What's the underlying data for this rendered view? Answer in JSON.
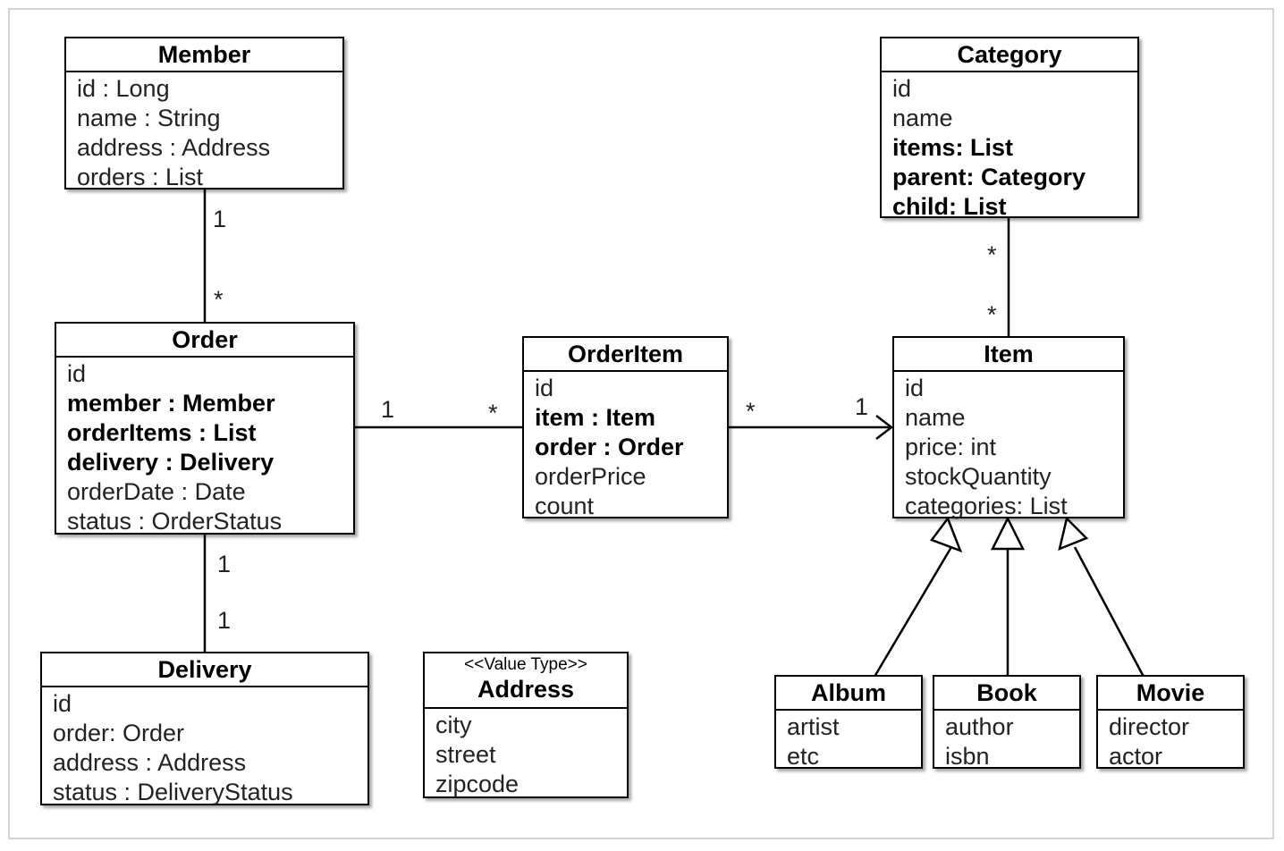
{
  "classes": {
    "member": {
      "name": "Member",
      "attrs": [
        {
          "text": "id : Long",
          "bold": false
        },
        {
          "text": "name : String",
          "bold": false
        },
        {
          "text": "address : Address",
          "bold": false
        },
        {
          "text": "orders : List",
          "bold": false
        }
      ]
    },
    "order": {
      "name": "Order",
      "attrs": [
        {
          "text": "id",
          "bold": false
        },
        {
          "text": "member : Member",
          "bold": true
        },
        {
          "text": "orderItems : List",
          "bold": true
        },
        {
          "text": "delivery : Delivery",
          "bold": true
        },
        {
          "text": "orderDate : Date",
          "bold": false
        },
        {
          "text": "status : OrderStatus",
          "bold": false
        }
      ]
    },
    "delivery": {
      "name": "Delivery",
      "attrs": [
        {
          "text": "id",
          "bold": false
        },
        {
          "text": "order: Order",
          "bold": false
        },
        {
          "text": "address : Address",
          "bold": false
        },
        {
          "text": "status : DeliveryStatus",
          "bold": false
        }
      ]
    },
    "address": {
      "stereotype": "<<Value Type>>",
      "name": "Address",
      "attrs": [
        {
          "text": "city",
          "bold": false
        },
        {
          "text": "street",
          "bold": false
        },
        {
          "text": "zipcode",
          "bold": false
        }
      ]
    },
    "orderitem": {
      "name": "OrderItem",
      "attrs": [
        {
          "text": "id",
          "bold": false
        },
        {
          "text": "item : Item",
          "bold": true
        },
        {
          "text": "order : Order",
          "bold": true
        },
        {
          "text": "orderPrice",
          "bold": false
        },
        {
          "text": "count",
          "bold": false
        }
      ]
    },
    "category": {
      "name": "Category",
      "attrs": [
        {
          "text": "id",
          "bold": false
        },
        {
          "text": "name",
          "bold": false
        },
        {
          "text": "items: List",
          "bold": true
        },
        {
          "text": "parent: Category",
          "bold": true
        },
        {
          "text": "child: List",
          "bold": true
        }
      ]
    },
    "item": {
      "name": "Item",
      "attrs": [
        {
          "text": "id",
          "bold": false
        },
        {
          "text": "name",
          "bold": false
        },
        {
          "text": "price: int",
          "bold": false
        },
        {
          "text": "stockQuantity",
          "bold": false
        },
        {
          "text": "categories: List",
          "bold": false
        }
      ]
    },
    "album": {
      "name": "Album",
      "attrs": [
        {
          "text": "artist",
          "bold": false
        },
        {
          "text": "etc",
          "bold": false
        }
      ]
    },
    "book": {
      "name": "Book",
      "attrs": [
        {
          "text": "author",
          "bold": false
        },
        {
          "text": "isbn",
          "bold": false
        }
      ]
    },
    "movie": {
      "name": "Movie",
      "attrs": [
        {
          "text": "director",
          "bold": false
        },
        {
          "text": "actor",
          "bold": false
        }
      ]
    }
  },
  "multiplicities": {
    "member_order_member": "1",
    "member_order_order": "*",
    "order_orderitem_order": "1",
    "order_orderitem_orderitem": "*",
    "orderitem_item_orderitem": "*",
    "orderitem_item_item": "1",
    "category_item_category": "*",
    "category_item_item": "*",
    "order_delivery_order": "1",
    "order_delivery_delivery": "1"
  }
}
